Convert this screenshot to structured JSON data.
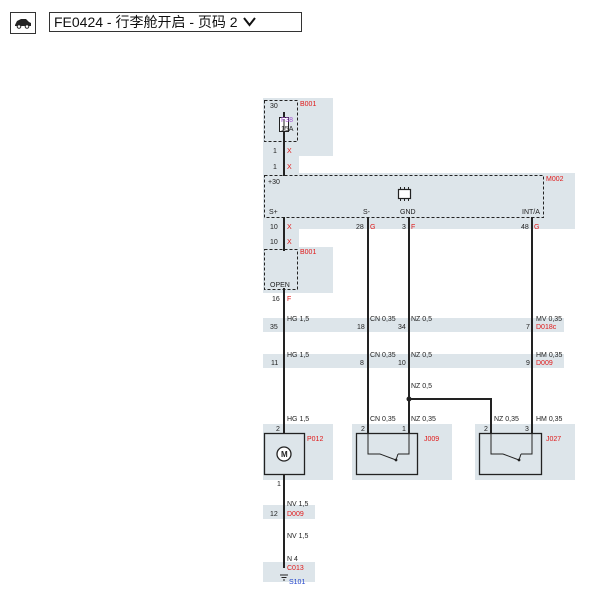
{
  "header": {
    "title": "FE0424 - 行李舱开启 - 页码 2"
  },
  "colors": {
    "panel": "#dde5ea",
    "wire": "#222222",
    "red": "#e01818",
    "purple": "#a050d0",
    "blue": "#2244cc"
  },
  "icons": [
    "car-icon",
    "chevron-down-icon",
    "fuse-icon",
    "module-chip-icon",
    "motor-icon",
    "ground-icon"
  ],
  "labels": {
    "b001": "B001",
    "p30": "30",
    "f38": "F38",
    "amp": "15A",
    "pin1a": "1",
    "x1a": "X",
    "pin1b": "1",
    "x1b": "X",
    "m002": "M002",
    "p30b": "+30",
    "sp": "S+",
    "sm": "S-",
    "gnd": "GND",
    "inta": "INT/A",
    "p10a": "10",
    "x10a": "X",
    "p28": "28",
    "g28": "G",
    "p3": "3",
    "f3": "F",
    "p48": "48",
    "g48": "G",
    "p10b": "10",
    "x10b": "X",
    "b001b": "B001",
    "open": "OPEN",
    "p16": "16",
    "f16": "F",
    "w1": "HG 1,5",
    "w2": "CN 0,35",
    "w3": "NZ 0,5",
    "w4": "MV 0,35",
    "c35": "35",
    "c18": "18",
    "c34": "34",
    "c7": "7",
    "d018c": "D018c",
    "w5": "HG 1,5",
    "w6": "CN 0,35",
    "w7": "NZ 0,5",
    "w8": "HM 0,35",
    "c11": "11",
    "c8": "8",
    "c10": "10",
    "c9": "9",
    "d009a": "D009",
    "w9": "NZ 0,5",
    "w10": "HG 1,5",
    "w11": "CN 0,35",
    "w12": "NZ 0,35",
    "w13": "NZ 0,35",
    "w14": "HM 0,35",
    "p2a": "2",
    "p012": "P012",
    "motor": "M",
    "p1m": "1",
    "j009": "J009",
    "j2a": "2",
    "j1a": "1",
    "j027": "J027",
    "j2b": "2",
    "j3b": "3",
    "w15": "NV 1,5",
    "c12": "12",
    "d009b": "D009",
    "w16": "NV 1,5",
    "w17": "N 4",
    "c013": "C013",
    "s101": "S101"
  }
}
